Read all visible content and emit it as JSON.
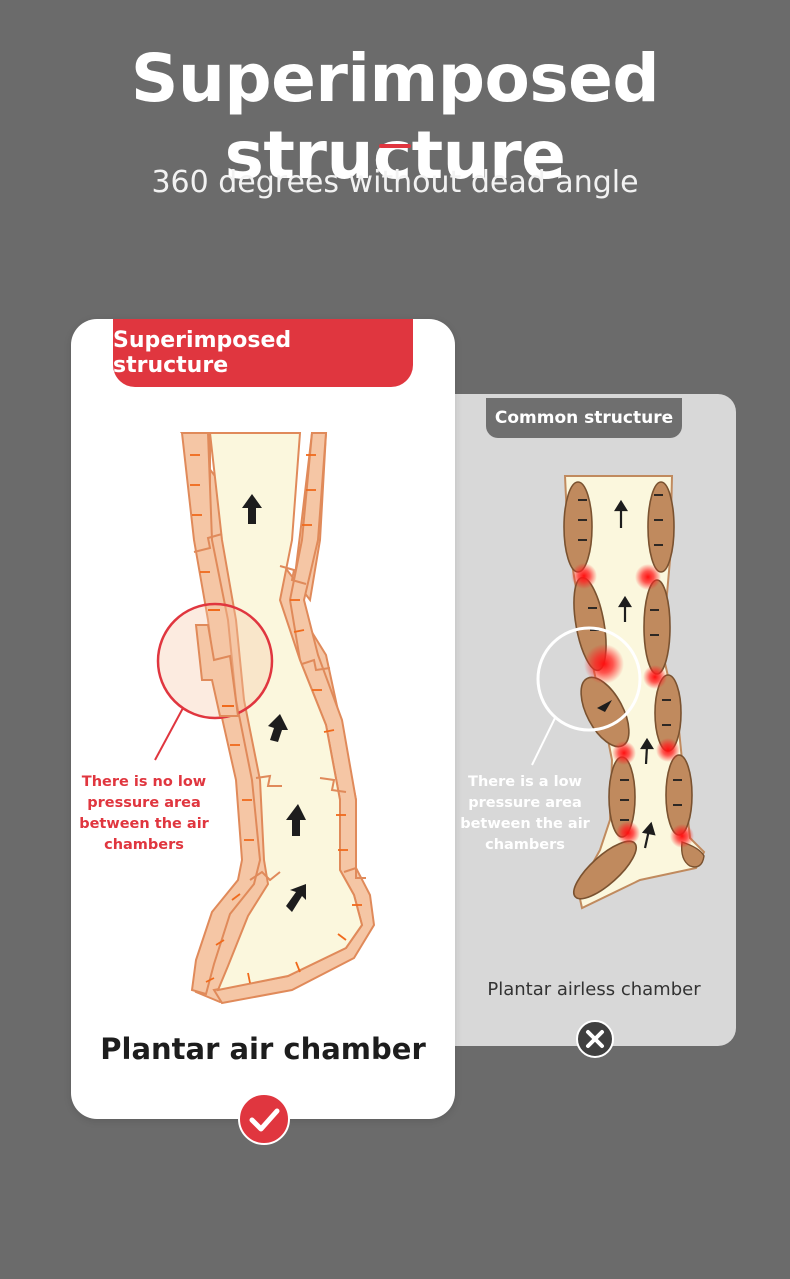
{
  "header": {
    "title": "Superimposed structure",
    "subtitle": "360 degrees without dead angle"
  },
  "superimposed_card": {
    "tab_label": "Superimposed structure",
    "note": "There is no low pressure area between the air chambers",
    "caption": "Plantar air chamber",
    "badge": "check-icon"
  },
  "common_card": {
    "tab_label": "Common structure",
    "note": "There is a low pressure area between the air chambers",
    "caption": "Plantar airless chamber",
    "badge": "x-icon"
  },
  "colors": {
    "background": "#6b6b6b",
    "accent": "#e0363f",
    "chamber_orange": "#f5c6a5",
    "chamber_outline": "#e08a5a",
    "leg_fill": "#fbf7dd",
    "chamber_brown": "#c08a5e"
  }
}
